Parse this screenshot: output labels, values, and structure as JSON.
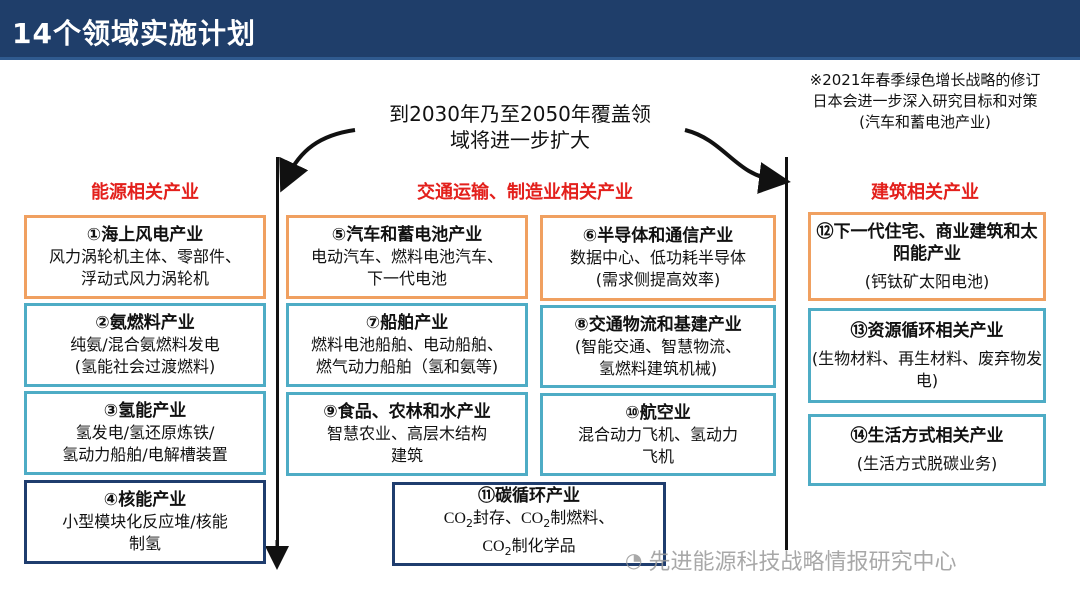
{
  "title": "14个领域实施计划",
  "note": [
    "※2021年春季绿色增长战略的修订",
    "日本会进一步深入研究目标和对策",
    "(汽车和蓄电池产业)"
  ],
  "center_text": [
    "到2030年乃至2050年覆盖领",
    "域将进一步扩大"
  ],
  "categories": {
    "energy": "能源相关产业",
    "transport": "交通运输、制造业相关产业",
    "building": "建筑相关产业"
  },
  "boxes": [
    {
      "title": "①海上风电产业",
      "lines": [
        "风力涡轮机主体、零部件、",
        "浮动式风力涡轮机"
      ]
    },
    {
      "title": "②氨燃料产业",
      "lines": [
        "纯氨/混合氨燃料发电",
        "(氢能社会过渡燃料)"
      ]
    },
    {
      "title": "③氢能产业",
      "lines": [
        "氢发电/氢还原炼铁/",
        "氢动力船舶/电解槽装置"
      ]
    },
    {
      "title": "④核能产业",
      "lines": [
        "小型模块化反应堆/核能",
        "制氢"
      ]
    },
    {
      "title": "⑤汽车和蓄电池产业",
      "lines": [
        "电动汽车、燃料电池汽车、",
        "下一代电池"
      ]
    },
    {
      "title": "⑥半导体和通信产业",
      "lines": [
        "数据中心、低功耗半导体",
        "(需求侧提高效率)"
      ]
    },
    {
      "title": "⑦船舶产业",
      "lines": [
        "燃料电池船舶、电动船舶、",
        "燃气动力船舶（氢和氨等)"
      ]
    },
    {
      "title": "⑧交通物流和基建产业",
      "lines": [
        "(智能交通、智慧物流、",
        "氢燃料建筑机械)"
      ]
    },
    {
      "title": "⑨食品、农林和水产业",
      "lines": [
        "智慧农业、高层木结构",
        "建筑"
      ]
    },
    {
      "title": "⑩航空业",
      "lines": [
        "混合动力飞机、氢动力",
        "飞机"
      ]
    },
    {
      "title": "⑪碳循环产业",
      "co2": "CO",
      "sub": "2",
      "lines": [
        "封存、",
        "制燃料、",
        "制化学品"
      ]
    },
    {
      "title": "⑫下一代住宅、商业建筑和太阳能产业",
      "lines": [
        "(钙钛矿太阳电池)"
      ]
    },
    {
      "title": "⑬资源循环相关产业",
      "lines": [
        "(生物材料、再生材料、废弃物发电)"
      ]
    },
    {
      "title": "⑭生活方式相关产业",
      "lines": [
        "(生活方式脱碳业务)"
      ]
    }
  ],
  "watermark": "先进能源科技战略情报研究中心",
  "colors": {
    "header": "#1f3e6a",
    "orange": "#f0a060",
    "teal": "#4eacc5",
    "navy": "#1f3d6e",
    "red": "#e3201c"
  }
}
